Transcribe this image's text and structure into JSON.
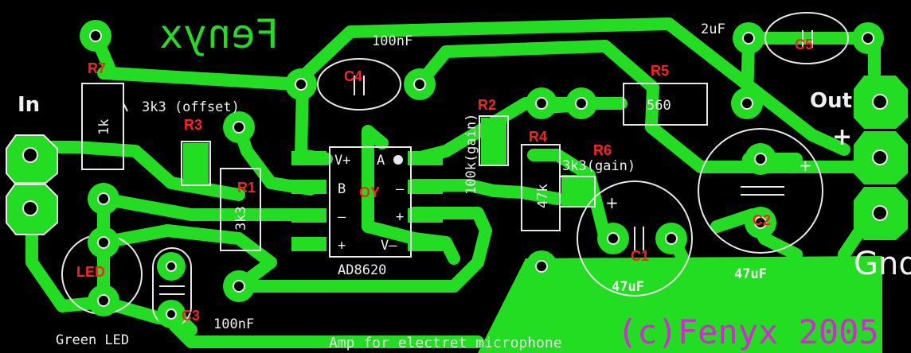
{
  "title_text": "Fenyx",
  "copyright_text": "(c)Fenyx 2005",
  "caption_text": "Amp for electret microphone",
  "ic": {
    "name": "AD8620",
    "designator": "OY",
    "pins": {
      "vplus": "V+",
      "a": "A",
      "b": "B",
      "minus_left": "–",
      "plus_left": "+",
      "minus_right": "–",
      "plus_right": "+",
      "vminus": "V–"
    }
  },
  "connectors": {
    "in_label": "In",
    "out_label": "Out",
    "gnd_label": "Gnd",
    "plus_label": "+"
  },
  "components": {
    "r7": {
      "ref": "R7",
      "value": "1k"
    },
    "r3": {
      "ref": "R3",
      "value": "3k3 (offset)"
    },
    "r1": {
      "ref": "R1",
      "value": "3k3"
    },
    "r2": {
      "ref": "R2",
      "value": "100k(gain)"
    },
    "r4": {
      "ref": "R4",
      "value": "47k"
    },
    "r5": {
      "ref": "R5",
      "value": "560"
    },
    "r6": {
      "ref": "R6",
      "value": "3k3(gain)"
    },
    "c1": {
      "ref": "C1",
      "value": "47uF"
    },
    "c2": {
      "ref": "C2",
      "value": "47uF"
    },
    "c3": {
      "ref": "C3",
      "value": "100nF"
    },
    "c4": {
      "ref": "C4",
      "value": "100nF"
    },
    "c5": {
      "ref": "C5",
      "value": "2uF"
    },
    "led": {
      "ref": "LED",
      "value": "Green LED"
    }
  },
  "colors": {
    "copper": "#22dd22",
    "silkscreen": "#e8e8e8",
    "designator": "#ff2020",
    "copyright": "#dd22dd",
    "title": "#22dd22",
    "background": "#000000"
  }
}
